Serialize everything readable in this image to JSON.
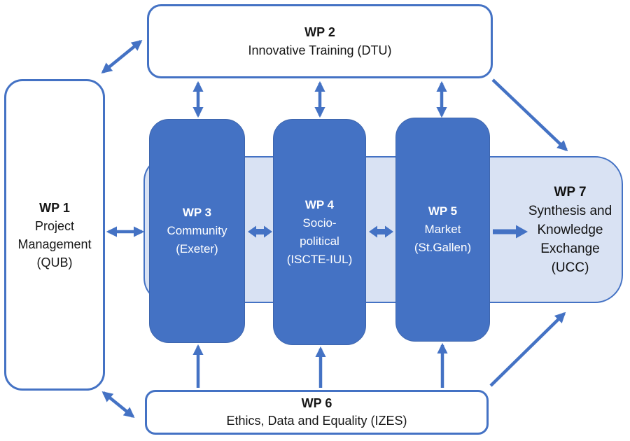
{
  "diagram": {
    "background": "#FFFFFF",
    "colors": {
      "accent_blue": "#4472C4",
      "solid_box_fill": "#4472C4",
      "outline_box_fill": "#FFFFFF",
      "band_fill": "#D9E2F3",
      "border_blue": "#4472C4",
      "text_dark": "#111111",
      "text_light": "#FFFFFF"
    },
    "nodes": [
      {
        "id": "wp1",
        "title": "WP 1",
        "lines": [
          "Project",
          "Management",
          "(QUB)"
        ],
        "style": "outlined"
      },
      {
        "id": "wp2",
        "title": "WP 2",
        "lines": [
          "Innovative Training (DTU)"
        ],
        "style": "outlined"
      },
      {
        "id": "wp3",
        "title": "WP 3",
        "lines": [
          "Community",
          "(Exeter)"
        ],
        "style": "solid"
      },
      {
        "id": "wp4",
        "title": "WP 4",
        "lines": [
          "Socio-",
          "political",
          "(ISCTE-IUL)"
        ],
        "style": "solid"
      },
      {
        "id": "wp5",
        "title": "WP 5",
        "lines": [
          "Market",
          "(St.Gallen)"
        ],
        "style": "solid"
      },
      {
        "id": "wp6",
        "title": "WP 6",
        "lines": [
          "Ethics, Data and Equality (IZES)"
        ],
        "style": "outlined"
      },
      {
        "id": "wp7",
        "title": "WP 7",
        "lines": [
          "Synthesis and",
          "Knowledge",
          "Exchange",
          "(UCC)"
        ],
        "style": "band"
      }
    ],
    "connections": [
      {
        "from": "WP 1",
        "to": "WP 2",
        "bidirectional": true
      },
      {
        "from": "WP 2",
        "to": "WP 3",
        "bidirectional": true
      },
      {
        "from": "WP 2",
        "to": "WP 4",
        "bidirectional": true
      },
      {
        "from": "WP 2",
        "to": "WP 5",
        "bidirectional": true
      },
      {
        "from": "WP 2",
        "to": "WP 7",
        "bidirectional": false
      },
      {
        "from": "WP 1",
        "to": "WP 3",
        "bidirectional": true
      },
      {
        "from": "WP 3",
        "to": "WP 4",
        "bidirectional": true
      },
      {
        "from": "WP 4",
        "to": "WP 5",
        "bidirectional": true
      },
      {
        "from": "WP 5",
        "to": "WP 7",
        "bidirectional": false
      },
      {
        "from": "WP 6",
        "to": "WP 3",
        "bidirectional": false
      },
      {
        "from": "WP 6",
        "to": "WP 4",
        "bidirectional": false
      },
      {
        "from": "WP 6",
        "to": "WP 5",
        "bidirectional": false
      },
      {
        "from": "WP 1",
        "to": "WP 6",
        "bidirectional": true
      },
      {
        "from": "WP 6",
        "to": "WP 7",
        "bidirectional": false
      }
    ]
  }
}
